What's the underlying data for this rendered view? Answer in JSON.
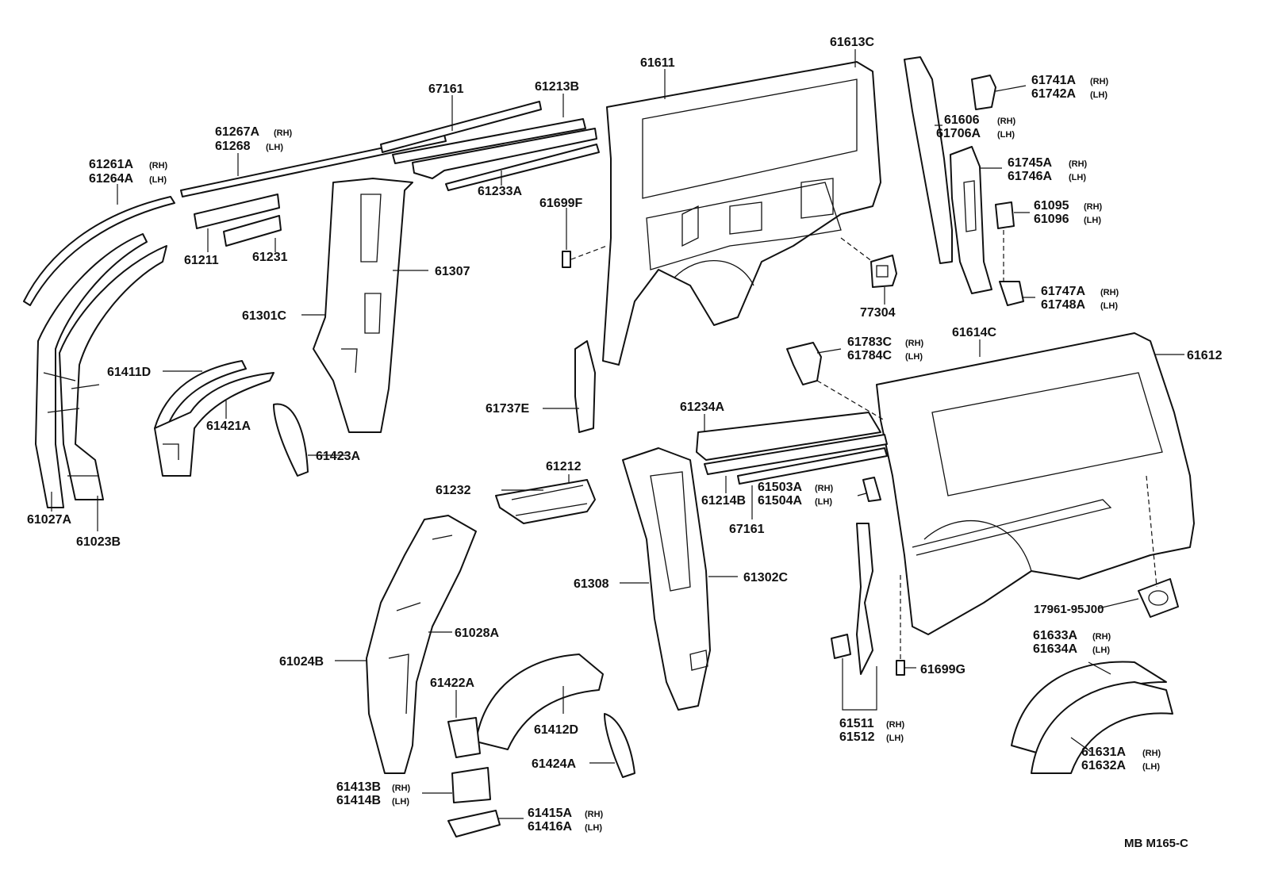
{
  "labels": {
    "p61611": "61611",
    "p61613C": "61613C",
    "p67161top": "67161",
    "p61213B": "61213B",
    "p61267A": "61267A",
    "p61268": "61268",
    "p61261A": "61261A",
    "p61264A": "61264A",
    "p61233A": "61233A",
    "p61699F": "61699F",
    "p61211": "61211",
    "p61231": "61231",
    "p61307": "61307",
    "p61301C": "61301C",
    "p61411D": "61411D",
    "p61421A": "61421A",
    "p61423A": "61423A",
    "p61027A": "61027A",
    "p61023B": "61023B",
    "p77304": "77304",
    "p61737E": "61737E",
    "p61606": "61606",
    "p61706A": "61706A",
    "p61741A": "61741A",
    "p61742A": "61742A",
    "p61745A": "61745A",
    "p61746A": "61746A",
    "p61095": "61095",
    "p61096": "61096",
    "p61747A": "61747A",
    "p61748A": "61748A",
    "p61783C": "61783C",
    "p61784C": "61784C",
    "p61614C": "61614C",
    "p61612": "61612",
    "p61234A": "61234A",
    "p61214B": "61214B",
    "p61503A": "61503A",
    "p61504A": "61504A",
    "p67161mid": "67161",
    "p61232": "61232",
    "p61212": "61212",
    "p61308": "61308",
    "p61302C": "61302C",
    "p61028A": "61028A",
    "p61024B": "61024B",
    "p61422A": "61422A",
    "p61412D": "61412D",
    "p61424A": "61424A",
    "p61413B": "61413B",
    "p61414B": "61414B",
    "p61415A": "61415A",
    "p61416A": "61416A",
    "p61511": "61511",
    "p61512": "61512",
    "p61699G": "61699G",
    "p17961": "17961-95J00",
    "p61633A": "61633A",
    "p61634A": "61634A",
    "p61631A": "61631A",
    "p61632A": "61632A"
  },
  "side_suffix": {
    "rh": "(RH)",
    "lh": "(LH)"
  },
  "diagram_code": "MB M165-C"
}
